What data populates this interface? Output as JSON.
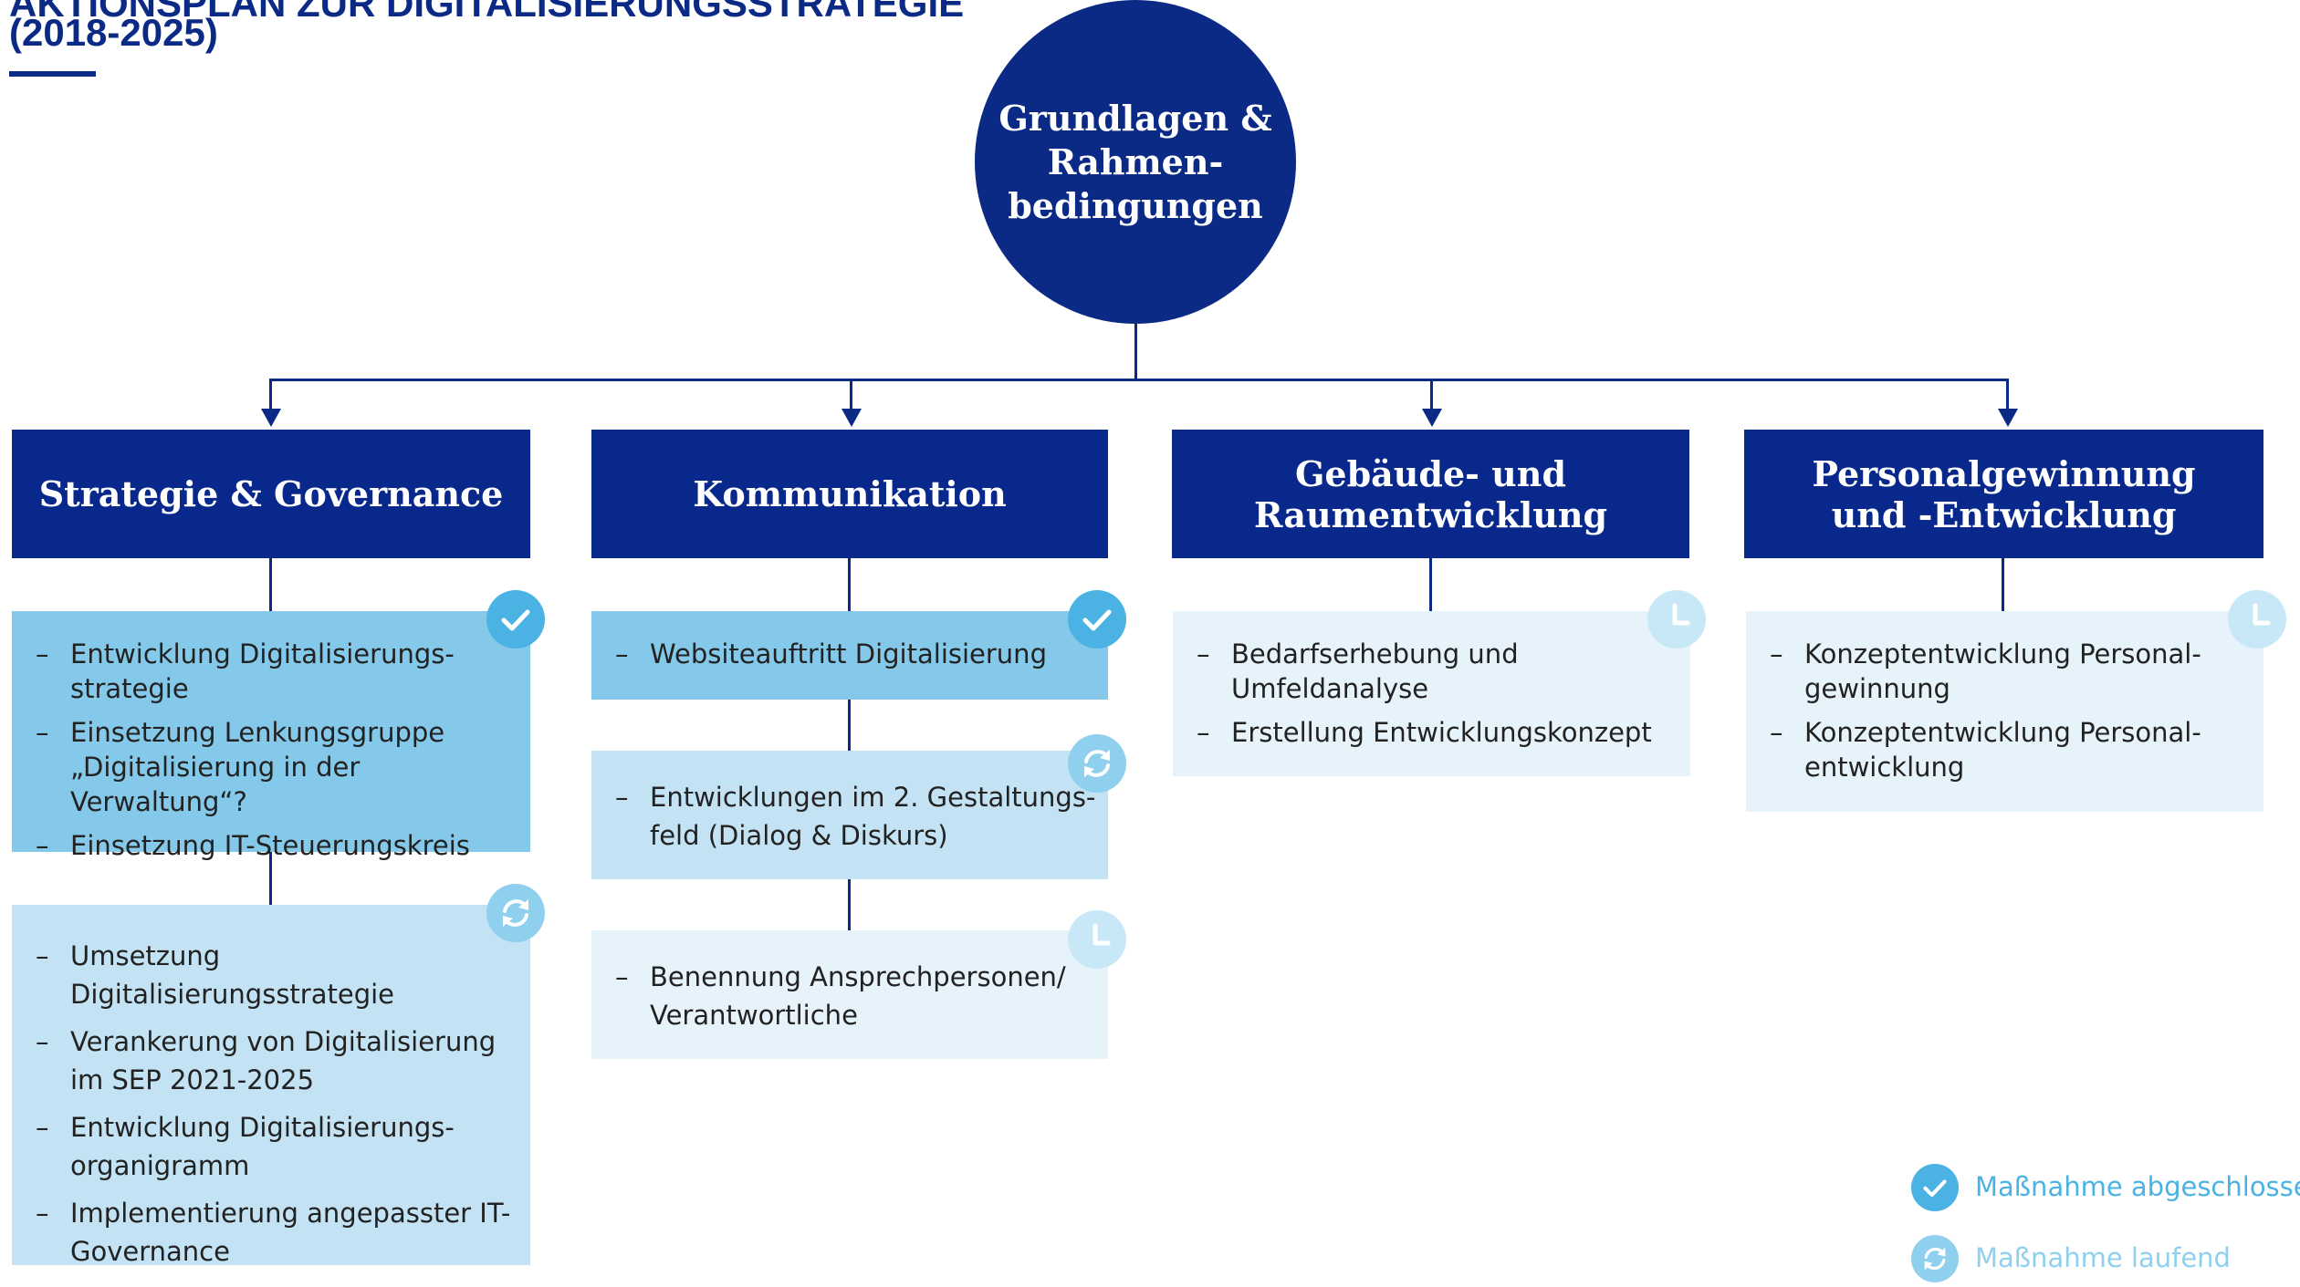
{
  "title": {
    "line1": "AKTIONSPLAN ZUR DIGITALISIERUNGSSTRATEGIE",
    "line2": "(2018-2025)"
  },
  "root": {
    "label": "Grundlagen & Rahmen-bedingungen"
  },
  "columns": [
    {
      "heading": "Strategie & Governance",
      "boxes": [
        {
          "status": "abgeschlossen",
          "items": [
            "Entwicklung Digitalisierungs-strategie",
            "Einsetzung Lenkungsgruppe „Digitalisierung in der Verwaltung“?",
            "Einsetzung IT-Steuerungskreis"
          ]
        },
        {
          "status": "laufend",
          "items": [
            "Umsetzung Digitalisierungsstrategie",
            "Verankerung von Digitalisierung im SEP 2021-2025",
            "Entwicklung  Digitalisierungs-organigramm",
            "Implementierung angepasster IT-Governance"
          ]
        }
      ]
    },
    {
      "heading": "Kommunikation",
      "boxes": [
        {
          "status": "abgeschlossen",
          "items": [
            "Websiteauftritt Digitalisierung"
          ]
        },
        {
          "status": "laufend",
          "items": [
            "Entwicklungen im 2. Gestaltungs-feld (Dialog & Diskurs)"
          ]
        },
        {
          "status": "geplant",
          "items": [
            "Benennung Ansprechpersonen/ Verantwortliche"
          ]
        }
      ]
    },
    {
      "heading": "Gebäude- und Raumentwicklung",
      "boxes": [
        {
          "status": "geplant",
          "items": [
            "Bedarfserhebung und Umfeldanalyse",
            "Erstellung Entwicklungskonzept"
          ]
        }
      ]
    },
    {
      "heading": "Personalgewinnung und -Entwicklung",
      "boxes": [
        {
          "status": "geplant",
          "items": [
            "Konzeptentwicklung Personal-gewinnung",
            "Konzeptentwicklung Personal-entwicklung"
          ]
        }
      ]
    }
  ],
  "legend": {
    "done": "Maßnahme abgeschlossen",
    "running": "Maßnahme laufend"
  },
  "colors": {
    "navy": "#0b2a86",
    "done": "#85c9ea",
    "running": "#c3e3f4",
    "planned": "#e7f3fa",
    "icon_done": "#4ab3e3",
    "icon_running": "#8fd0ef",
    "icon_planned": "#c9e8f7"
  }
}
